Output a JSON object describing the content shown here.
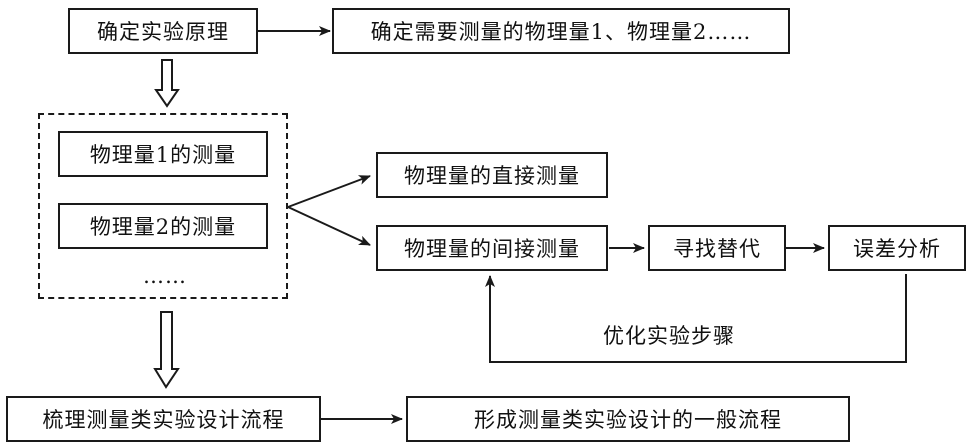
{
  "nodes": {
    "principle": "确定实验原理",
    "quantities": "确定需要测量的物理量1、物理量2……",
    "measure1": "物理量1的测量",
    "measure2": "物理量2的测量",
    "ellipsis": "……",
    "direct": "物理量的直接测量",
    "indirect": "物理量的间接测量",
    "substitute": "寻找替代",
    "error": "误差分析",
    "optimize": "优化实验步骤",
    "sort_process": "梳理测量类实验设计流程",
    "general_process": "形成测量类实验设计的一般流程"
  }
}
